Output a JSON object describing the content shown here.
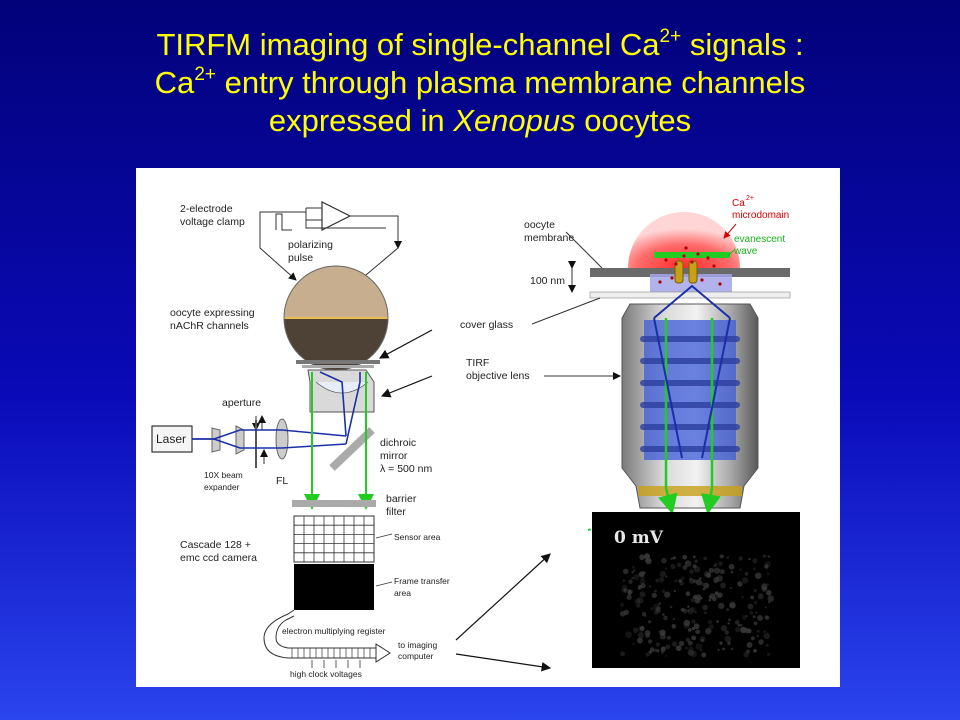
{
  "title": {
    "line1_a": "TIRFM imaging of single-channel Ca",
    "line1_sup": "2+",
    "line1_b": " signals :",
    "line2_a": "Ca",
    "line2_sup": "2+",
    "line2_b": " entry through plasma membrane  channels",
    "line3_a": "expressed  in ",
    "line3_italic": "Xenopus",
    "line3_b": " oocytes",
    "color": "#ffff00"
  },
  "diagram": {
    "left_labels": {
      "clamp_1": "2-electrode",
      "clamp_2": "voltage clamp",
      "pulse_1": "polarizing",
      "pulse_2": "pulse",
      "oocyte_1": "oocyte expressing",
      "oocyte_2": "nAChR channels",
      "aperture": "aperture",
      "laser": "Laser",
      "beam_1": "10X beam",
      "beam_2": "expander",
      "fl": "FL",
      "dichroic_1": "dichroic",
      "dichroic_2": "mirror",
      "dichroic_3": "λ = 500 nm",
      "barrier_1": "barrier",
      "barrier_2": "filter",
      "camera_1": "Cascade 128 +",
      "camera_2": "emc ccd camera",
      "sensor": "Sensor area",
      "frame_1": "Frame transfer",
      "frame_2": "area",
      "em_register": "electron multiplying register",
      "imaging_1": "to imaging",
      "imaging_2": "computer",
      "clock": "high clock voltages"
    },
    "right_labels": {
      "ca_1": "Ca",
      "ca_sup": "2+",
      "ca_2": "microdomain",
      "evanescent_1": "evanescent",
      "evanescent_2": "wave",
      "membrane_1": "oocyte",
      "membrane_2": "membrane",
      "nm": "100 nm",
      "cover": "cover glass",
      "tirf_1": "TIRF",
      "tirf_2": "objective lens"
    },
    "screen_text": "0 mV"
  }
}
